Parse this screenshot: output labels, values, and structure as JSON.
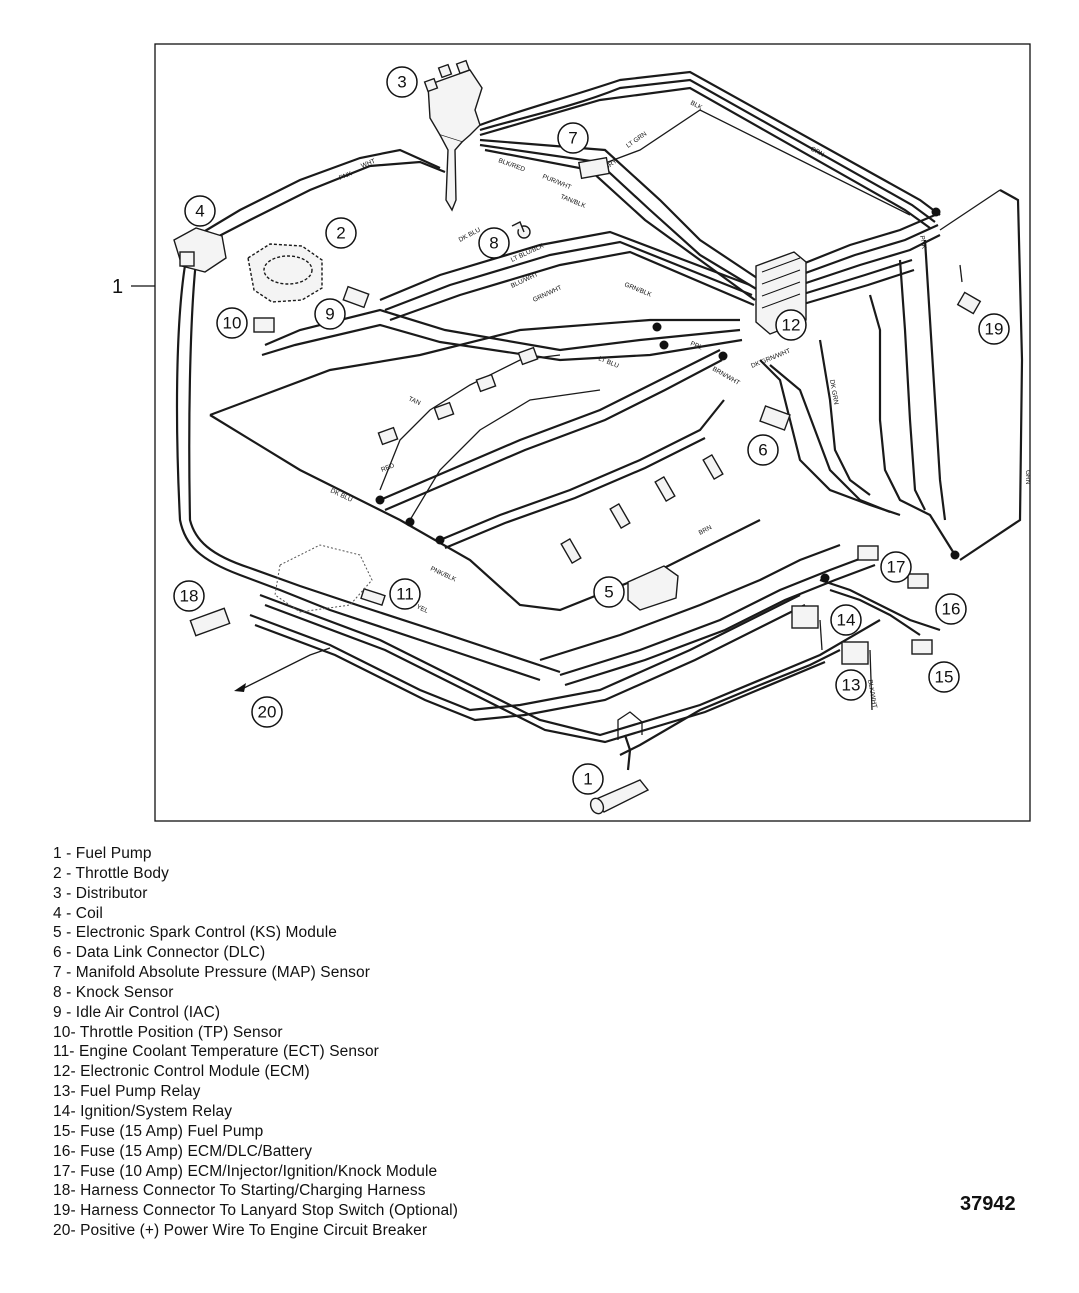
{
  "callout_1_left": "1",
  "callouts": [
    {
      "num": "1"
    },
    {
      "num": "2"
    },
    {
      "num": "3"
    },
    {
      "num": "4"
    },
    {
      "num": "5"
    },
    {
      "num": "6"
    },
    {
      "num": "7"
    },
    {
      "num": "8"
    },
    {
      "num": "9"
    },
    {
      "num": "10"
    },
    {
      "num": "11"
    },
    {
      "num": "12"
    },
    {
      "num": "13"
    },
    {
      "num": "14"
    },
    {
      "num": "15"
    },
    {
      "num": "16"
    },
    {
      "num": "17"
    },
    {
      "num": "18"
    },
    {
      "num": "19"
    },
    {
      "num": "20"
    }
  ],
  "wire_labels": [
    "PNK",
    "WHT",
    "BLK",
    "BLK/RED",
    "PUR/WHT",
    "TAN/BLK",
    "LT GRN",
    "GRY",
    "ORN",
    "DK BLU",
    "BLU/WHT",
    "GRN/WHT",
    "TAN",
    "GRN/BLK",
    "LT BLU",
    "PPL",
    "BRN",
    "YEL",
    "RED",
    "DK GRN/WHT",
    "BLK/WHT",
    "PNK/BLK",
    "BRN/WHT",
    "DK GRN",
    "DK BLU",
    "GRN",
    "PNK",
    "LT BLU/BLK"
  ],
  "legend": [
    "1  - Fuel Pump",
    "2  - Throttle Body",
    "3  - Distributor",
    "4  - Coil",
    "5  - Electronic Spark Control (KS) Module",
    "6  - Data Link Connector (DLC)",
    "7  - Manifold Absolute Pressure (MAP) Sensor",
    "8  - Knock Sensor",
    "9  - Idle Air Control (IAC)",
    "10- Throttle Position (TP) Sensor",
    "11- Engine Coolant Temperature (ECT) Sensor",
    "12- Electronic Control Module (ECM)",
    "13- Fuel Pump Relay",
    "14- Ignition/System Relay",
    "15- Fuse (15 Amp) Fuel Pump",
    "16- Fuse (15 Amp) ECM/DLC/Battery",
    "17- Fuse (10 Amp) ECM/Injector/Ignition/Knock Module",
    "18- Harness Connector To Starting/Charging Harness",
    "19- Harness Connector To Lanyard Stop Switch (Optional)",
    "20- Positive (+) Power Wire To Engine Circuit Breaker"
  ],
  "figure_id": "37942"
}
